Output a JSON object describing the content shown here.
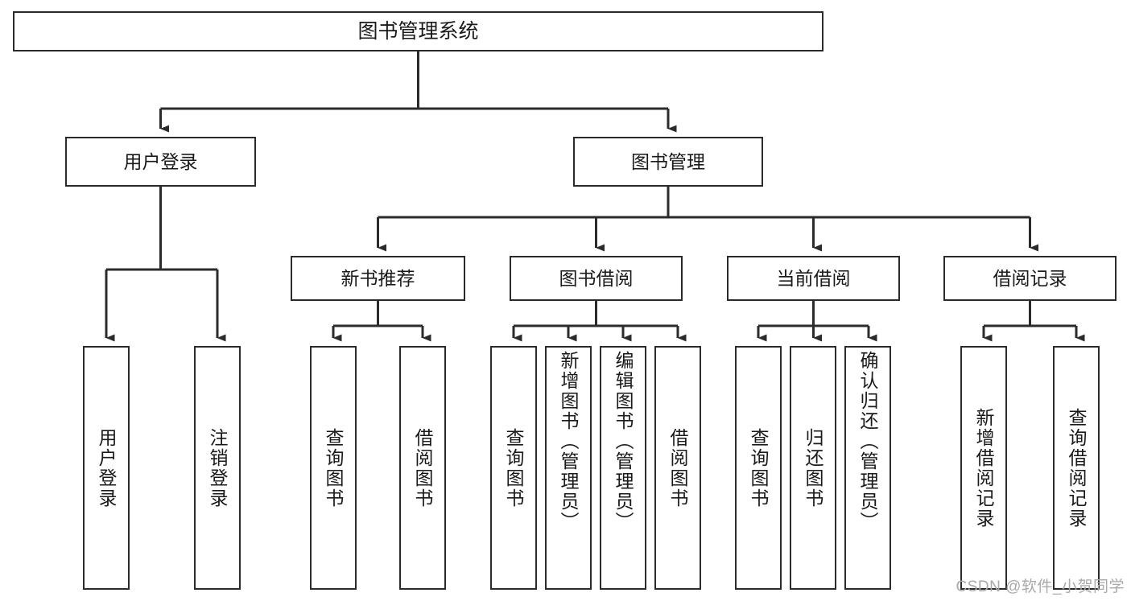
{
  "diagram": {
    "title": "图书管理系统",
    "type": "tree-hierarchy-chart",
    "watermark": "CSDN @软件_小贺同学",
    "colors": {
      "stroke": "#2b2b2b",
      "fill": "#ffffff",
      "text": "#1a1a1a",
      "watermark": "#a9a9a9"
    }
  },
  "nodes": {
    "root": {
      "label": "图书管理系统"
    },
    "level2": [
      {
        "id": "user-login",
        "label": "用户登录"
      },
      {
        "id": "book-management",
        "label": "图书管理"
      }
    ],
    "level3": [
      {
        "id": "new-book-recommend",
        "label": "新书推荐"
      },
      {
        "id": "book-borrow",
        "label": "图书借阅"
      },
      {
        "id": "current-borrow",
        "label": "当前借阅"
      },
      {
        "id": "borrow-record",
        "label": "借阅记录"
      }
    ],
    "level4": [
      {
        "id": "leaf-user-login",
        "label": "用户登录",
        "parent": "user-login"
      },
      {
        "id": "leaf-logout",
        "label": "注销登录",
        "parent": "user-login"
      },
      {
        "id": "leaf-query-book-1",
        "label": "查询图书",
        "parent": "new-book-recommend"
      },
      {
        "id": "leaf-borrow-book-1",
        "label": "借阅图书",
        "parent": "new-book-recommend"
      },
      {
        "id": "leaf-query-book-2",
        "label": "查询图书",
        "parent": "book-borrow"
      },
      {
        "id": "leaf-add-book",
        "label": "新增图书（管理员）",
        "parent": "book-borrow"
      },
      {
        "id": "leaf-edit-book",
        "label": "编辑图书（管理员）",
        "parent": "book-borrow"
      },
      {
        "id": "leaf-borrow-book-2",
        "label": "借阅图书",
        "parent": "book-borrow"
      },
      {
        "id": "leaf-query-book-3",
        "label": "查询图书",
        "parent": "current-borrow"
      },
      {
        "id": "leaf-return-book",
        "label": "归还图书",
        "parent": "current-borrow"
      },
      {
        "id": "leaf-confirm-return",
        "label": "确认归还（管理员）",
        "parent": "current-borrow"
      },
      {
        "id": "leaf-add-record",
        "label": "新增借阅记录",
        "parent": "borrow-record"
      },
      {
        "id": "leaf-query-record",
        "label": "查询借阅记录",
        "parent": "borrow-record"
      }
    ]
  }
}
